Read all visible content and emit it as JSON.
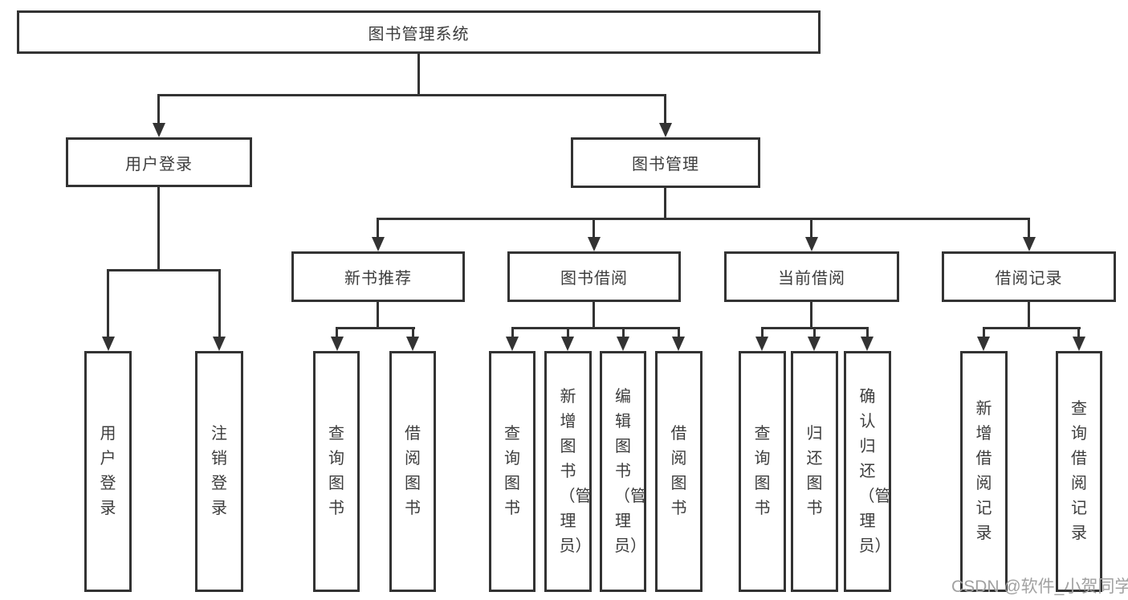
{
  "diagram": {
    "root": {
      "label": "图书管理系统"
    },
    "level2": [
      {
        "label": "用户登录"
      },
      {
        "label": "图书管理"
      }
    ],
    "level3": [
      {
        "label": "新书推荐"
      },
      {
        "label": "图书借阅"
      },
      {
        "label": "当前借阅"
      },
      {
        "label": "借阅记录"
      }
    ],
    "leaves": [
      {
        "label": "用户登录"
      },
      {
        "label": "注销登录"
      },
      {
        "label": "查询图书"
      },
      {
        "label": "借阅图书"
      },
      {
        "label": "查询图书"
      },
      {
        "label": "新增图书（管理员）"
      },
      {
        "label": "编辑图书（管理员）"
      },
      {
        "label": "借阅图书"
      },
      {
        "label": "查询图书"
      },
      {
        "label": "归还图书"
      },
      {
        "label": "确认归还（管理员）"
      },
      {
        "label": "新增借阅记录"
      },
      {
        "label": "查询借阅记录"
      }
    ],
    "colors": {
      "line": "#333333",
      "text": "#3d3d3d",
      "background": "#ffffff",
      "watermark": "#a1a1a1"
    }
  },
  "watermark": {
    "text": "CSDN @软件_小贺同学"
  }
}
